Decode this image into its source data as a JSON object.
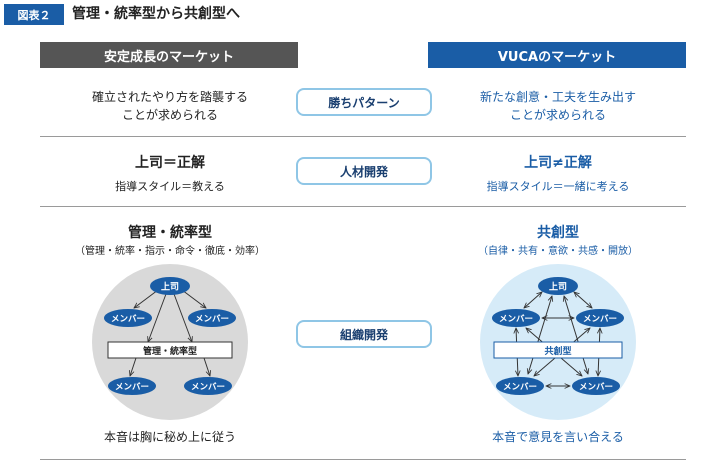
{
  "figure": {
    "tag": "図表２",
    "title": "管理・統率型から共創型へ"
  },
  "columns": {
    "left_header": "安定成長のマーケット",
    "right_header": "VUCAのマーケット"
  },
  "rows": {
    "winning_pattern": {
      "label": "勝ちパターン",
      "left_line1": "確立されたやり方を踏襲する",
      "left_line2": "ことが求められる",
      "right_line1": "新たな創意・工夫を生み出す",
      "right_line2": "ことが求められる"
    },
    "talent": {
      "label": "人材開発",
      "left_main": "上司＝正解",
      "left_sub": "指導スタイル＝教える",
      "right_main": "上司≠正解",
      "right_sub": "指導スタイル＝一緒に考える"
    },
    "org": {
      "label": "組織開発",
      "left_title": "管理・統率型",
      "left_sub": "（管理・統率・指示・命令・徹底・効率）",
      "right_title": "共創型",
      "right_sub": "（自律・共有・意欲・共感・開放）",
      "left_caption": "本音は胸に秘め上に従う",
      "right_caption": "本音で意見を言い合える"
    }
  },
  "diagram_left": {
    "boss": "上司",
    "member": "メンバー",
    "bar": "管理・統率型"
  },
  "diagram_right": {
    "boss": "上司",
    "member": "メンバー",
    "bar": "共創型"
  },
  "colors": {
    "accent_blue": "#1a5da6",
    "dark_gray": "#555555",
    "pill_border": "#8fc6e6",
    "left_circle": "#d9d9d9",
    "right_circle": "#d6ebf8",
    "node": "#1a5da6"
  }
}
